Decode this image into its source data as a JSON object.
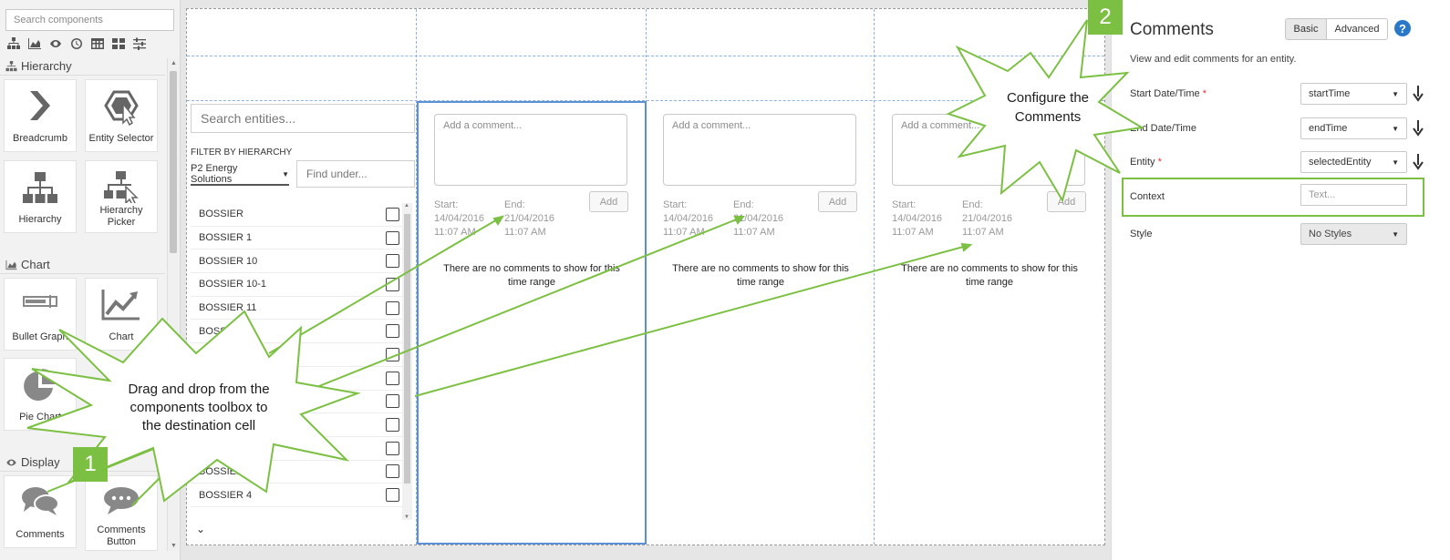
{
  "toolbox": {
    "search_placeholder": "Search components",
    "filter_icons": [
      "hierarchy-icon",
      "area-chart-icon",
      "eye-icon",
      "clock-icon",
      "table-icon",
      "tiles-icon",
      "sliders-icon"
    ],
    "sections": [
      {
        "name": "Hierarchy",
        "items": [
          "Breadcrumb",
          "Entity Selector",
          "Hierarchy",
          "Hierarchy Picker"
        ]
      },
      {
        "name": "Chart",
        "items": [
          "Bullet Graph",
          "Chart",
          "Pie Chart"
        ]
      },
      {
        "name": "Display",
        "items": [
          "Comments",
          "Comments Button"
        ]
      }
    ]
  },
  "entity_selector": {
    "search_placeholder": "Search entities...",
    "filter_label": "FILTER BY HIERARCHY",
    "hierarchy_value": "P2 Energy Solutions",
    "find_placeholder": "Find under...",
    "entities": [
      "BOSSIER",
      "BOSSIER 1",
      "BOSSIER 10",
      "BOSSIER 10-1",
      "BOSSIER 11",
      "BOSSIER 1",
      "BOSSIER",
      "BOSSIER",
      "BOSSIER",
      "BOSSIER",
      "BOSSIER 3",
      "BOSSIER 3-1",
      "BOSSIER 4"
    ]
  },
  "comments": {
    "placeholder": "Add a comment...",
    "add_label": "Add",
    "start_label": "Start:",
    "start_date": "14/04/2016",
    "start_time": "11:07 AM",
    "end_label": "End:",
    "end_date": "21/04/2016",
    "end_time": "11:07 AM",
    "empty_text": "There are no comments to show for this time range"
  },
  "properties": {
    "title": "Comments",
    "description": "View and edit comments for an entity.",
    "tab_basic": "Basic",
    "tab_advanced": "Advanced",
    "help": "?",
    "start_label": "Start Date/Time",
    "start_value": "startTime",
    "end_label": "End Date/Time",
    "end_value": "endTime",
    "entity_label": "Entity",
    "entity_value": "selectedEntity",
    "required_marker": "*",
    "context_label": "Context",
    "context_placeholder": "Text...",
    "style_label": "Style",
    "style_value": "No Styles"
  },
  "annotations": {
    "step1": "1",
    "step2": "2",
    "callout1_line1": "Drag and drop from the",
    "callout1_line2": "components toolbox to",
    "callout1_line3": "the destination cell",
    "callout2_line1": "Configure the",
    "callout2_line2": "Comments",
    "accent_color": "#7cc043"
  }
}
